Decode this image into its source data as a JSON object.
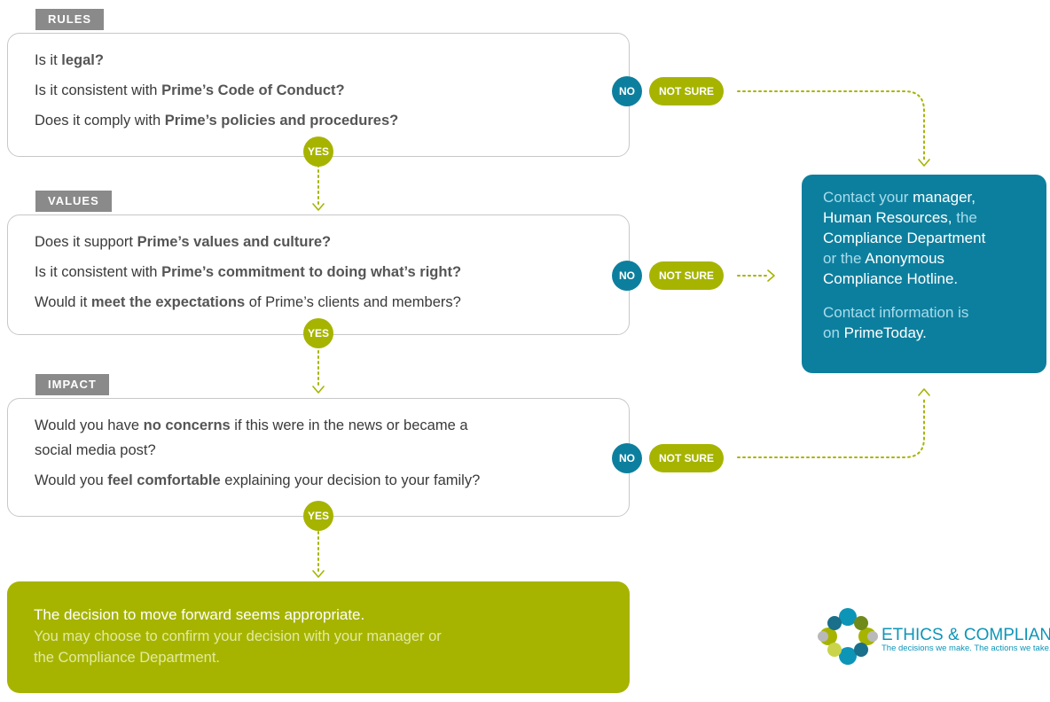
{
  "rules": {
    "tab": "RULES",
    "q1_pre": "Is it ",
    "q1_bold": "legal?",
    "q2_pre": "Is it consistent with ",
    "q2_bold": "Prime’s Code of Conduct?",
    "q3_pre": "Does it comply with ",
    "q3_bold": "Prime’s policies and procedures?"
  },
  "values": {
    "tab": "VALUES",
    "q1_pre": "Does it support ",
    "q1_bold": "Prime’s values and culture?",
    "q2_pre": "Is it consistent with ",
    "q2_bold": "Prime’s commitment to doing what’s right?",
    "q3_pre": "Would it ",
    "q3_bold": "meet the expectations",
    "q3_post": " of Prime’s clients and members?"
  },
  "impact": {
    "tab": "IMPACT",
    "q1_pre": "Would you have ",
    "q1_bold": "no concerns",
    "q1_post": " if this were in the news or became a",
    "q1_line2": "social media post?",
    "q2_pre": "Would you ",
    "q2_bold": "feel comfortable",
    "q2_post": " explaining your decision to your family?"
  },
  "labels": {
    "yes": "YES",
    "no": "NO",
    "not_sure": "NOT SURE"
  },
  "contact": {
    "l1_pre": "Contact your ",
    "l1_bold": "manager,",
    "l2_bold": "Human Resources,",
    "l2_post": " the",
    "l3_bold": "Compliance Department",
    "l4_pre": "or the ",
    "l4_bold": "Anonymous",
    "l5_bold": "Compliance Hotline.",
    "info_l1": "Contact information is",
    "info_l2_pre": "on ",
    "info_l2_bold": "PrimeToday."
  },
  "decision": {
    "head": "The decision to move forward seems appropriate.",
    "sub_l1": "You may choose to confirm your decision with your manager or",
    "sub_l2": "the Compliance Department."
  },
  "logo": {
    "title": "ETHICS & COMPLIANCE",
    "tagline": "The decisions we make. The actions we take."
  },
  "colors": {
    "teal": "#0d7f9e",
    "green": "#a6b400",
    "gray": "#8a8a8a"
  }
}
